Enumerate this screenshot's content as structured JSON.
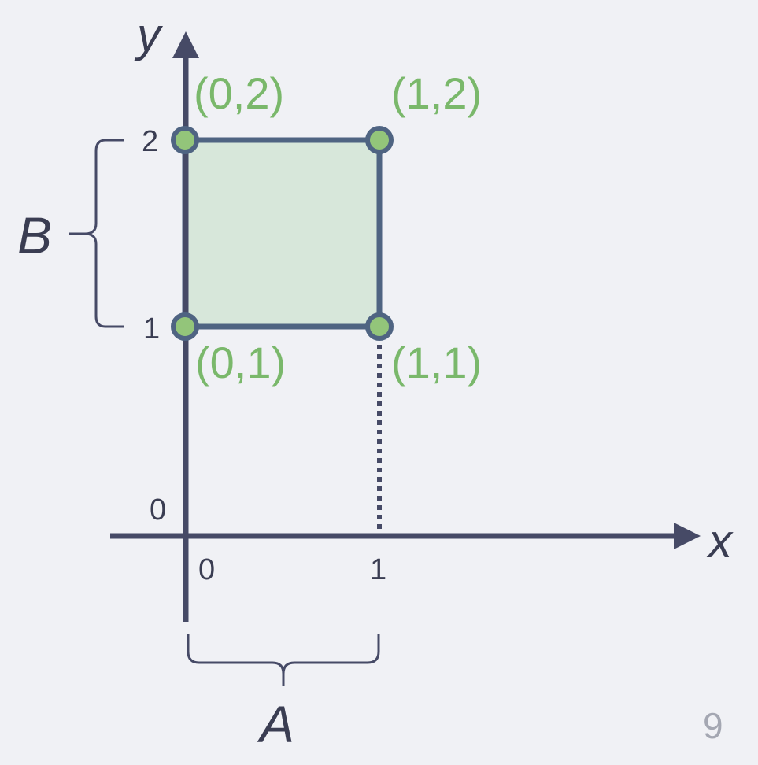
{
  "axes": {
    "x_label": "x",
    "y_label": "y"
  },
  "ticks": {
    "x": [
      "0",
      "1"
    ],
    "y": [
      "0",
      "1",
      "2"
    ]
  },
  "sets": {
    "horizontal": "A",
    "vertical": "B"
  },
  "rectangle": {
    "x": [
      0,
      1
    ],
    "y": [
      1,
      2
    ]
  },
  "points": [
    {
      "x": 0,
      "y": 2,
      "label": "(0,2)"
    },
    {
      "x": 1,
      "y": 2,
      "label": "(1,2)"
    },
    {
      "x": 0,
      "y": 1,
      "label": "(0,1)"
    },
    {
      "x": 1,
      "y": 1,
      "label": "(1,1)"
    }
  ],
  "page_number": "9",
  "colors": {
    "background": "#f0f1f5",
    "axis": "#464a66",
    "rectangle_fill": "#d7e7da",
    "rectangle_stroke": "#4f6482",
    "point_fill": "#93c57a",
    "point_label": "#7ab86b",
    "page_number": "#a4a7b2"
  }
}
